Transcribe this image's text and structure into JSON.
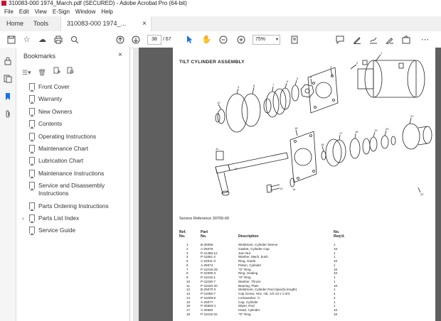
{
  "window": {
    "title": "310083-000 1974_March.pdf (SECURED) - Adobe Acrobat Pro (64-bit)"
  },
  "menu": [
    "File",
    "Edit",
    "View",
    "E-Sign",
    "Window",
    "Help"
  ],
  "tabs": {
    "home": "Home",
    "tools": "Tools",
    "doc": "310083-000 1974_...",
    "close": "×"
  },
  "toolbar": {
    "page_current": "38",
    "page_total": "/ 67",
    "zoom": "75%"
  },
  "bookmarks": {
    "title": "Bookmarks",
    "close": "×",
    "items": [
      "Front Cover",
      "Warranty",
      "New Owners",
      "Contents",
      "Operating Instructions",
      "Maintenance Chart",
      "Lubrication Chart",
      "Maintenance Instructions",
      "Service and Disassembly Instructions",
      "Parts Ordering Instructions",
      "Parts List Index",
      "Service Guide"
    ]
  },
  "document": {
    "title": "TILT CYLINDER ASSEMBLY",
    "service_reference": "Service Reference 30700-00",
    "headers": {
      "ref": "Ref. No.",
      "part": "Part No.",
      "desc": "Description",
      "req": "No. Req'd."
    },
    "parts": [
      {
        "ref": "1",
        "part": "B-25066",
        "desc": "Weldment, Cylinder Sleeve",
        "req": "1"
      },
      {
        "ref": "2",
        "part": "A-25076",
        "desc": "Gasket, Cylinder Cap",
        "req": "1K"
      },
      {
        "ref": "3",
        "part": "P-11486-12",
        "desc": "Jam Nut",
        "req": "1"
      },
      {
        "ref": "4",
        "part": "P-11851-2",
        "desc": "Washer, Mach. bush.",
        "req": "1"
      },
      {
        "ref": "5",
        "part": "A-22011-3",
        "desc": "Ring, Guide",
        "req": "1K"
      },
      {
        "ref": "6",
        "part": "A-25074",
        "desc": "Piston, Cylinder",
        "req": "1"
      },
      {
        "ref": "7",
        "part": "P-11015-29",
        "desc": "\"O\" Ring",
        "req": "1K"
      },
      {
        "ref": "8",
        "part": "P-22090-2",
        "desc": "Ring, Sealing",
        "req": "1K"
      },
      {
        "ref": "9",
        "part": "P-11015-1",
        "desc": "\"O\" Ring",
        "req": "1"
      },
      {
        "ref": "10",
        "part": "P-11036-7",
        "desc": "Washer, Thrust",
        "req": "1"
      },
      {
        "ref": "11",
        "part": "P-11020-20",
        "desc": "Bearing, Plain",
        "req": "1K"
      },
      {
        "ref": "12",
        "part": "B-25070 X",
        "desc": "Weldment, Cylinder Rod (specify length)",
        "req": "1"
      },
      {
        "ref": "13",
        "part": "P-11056-7",
        "desc": "Cap Screw, Hex. Hd. 1/2-13 x 1-3/4",
        "req": "4"
      },
      {
        "ref": "14",
        "part": "P-11009-8",
        "desc": "Lockwasher, ½",
        "req": "4"
      },
      {
        "ref": "15",
        "part": "A-25077",
        "desc": "Cap, Cylinder",
        "req": "1"
      },
      {
        "ref": "16",
        "part": "P-25583-1",
        "desc": "Wiper, Rod",
        "req": "1"
      },
      {
        "ref": "17",
        "part": "A-25582",
        "desc": "Head, Cylinder",
        "req": "1K"
      },
      {
        "ref": "18",
        "part": "P-11015-32",
        "desc": "\"O\" Ring",
        "req": "1K"
      }
    ]
  }
}
